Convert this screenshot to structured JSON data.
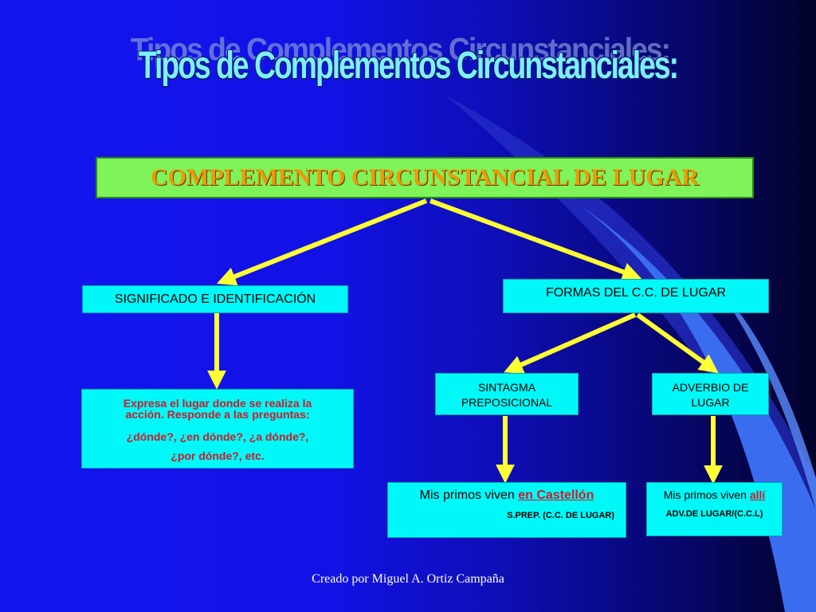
{
  "title": "Tipos de Complementos Circunstanciales:",
  "main_box": "COMPLEMENTO CIRCUNSTANCIAL DE LUGAR",
  "significado": "SIGNIFICADO E IDENTIFICACIÓN",
  "formas": "FORMAS DEL C.C. DE LUGAR",
  "expresa": {
    "line1": "Expresa el lugar donde se realiza la",
    "line2": "acción. Responde a las preguntas:",
    "line3": "¿dónde?, ¿en dónde?, ¿a dónde?,",
    "line4": "¿por dónde?, etc."
  },
  "sintagma": {
    "line1": "SINTAGMA",
    "line2": "PREPOSICIONAL"
  },
  "adverbio": {
    "line1": "ADVERBIO DE",
    "line2": "LUGAR"
  },
  "ejemplo1": {
    "text": "Mis primos viven ",
    "highlight": "en Castellón",
    "sub": "S.PREP. (C.C. DE LUGAR)"
  },
  "ejemplo2": {
    "text": "Mis primos viven ",
    "highlight": "allí",
    "sub": "ADV.DE LUGAR/(C.C.L)"
  },
  "credit": "Creado por Miguel A. Ortiz Campaña",
  "colors": {
    "background": "#1414f0",
    "box_fill": "#00f8f8",
    "main_box_fill": "#7ef35a",
    "main_box_text": "#f09a07",
    "arrow": "#ffff33",
    "highlight_text": "#d11a2a"
  }
}
